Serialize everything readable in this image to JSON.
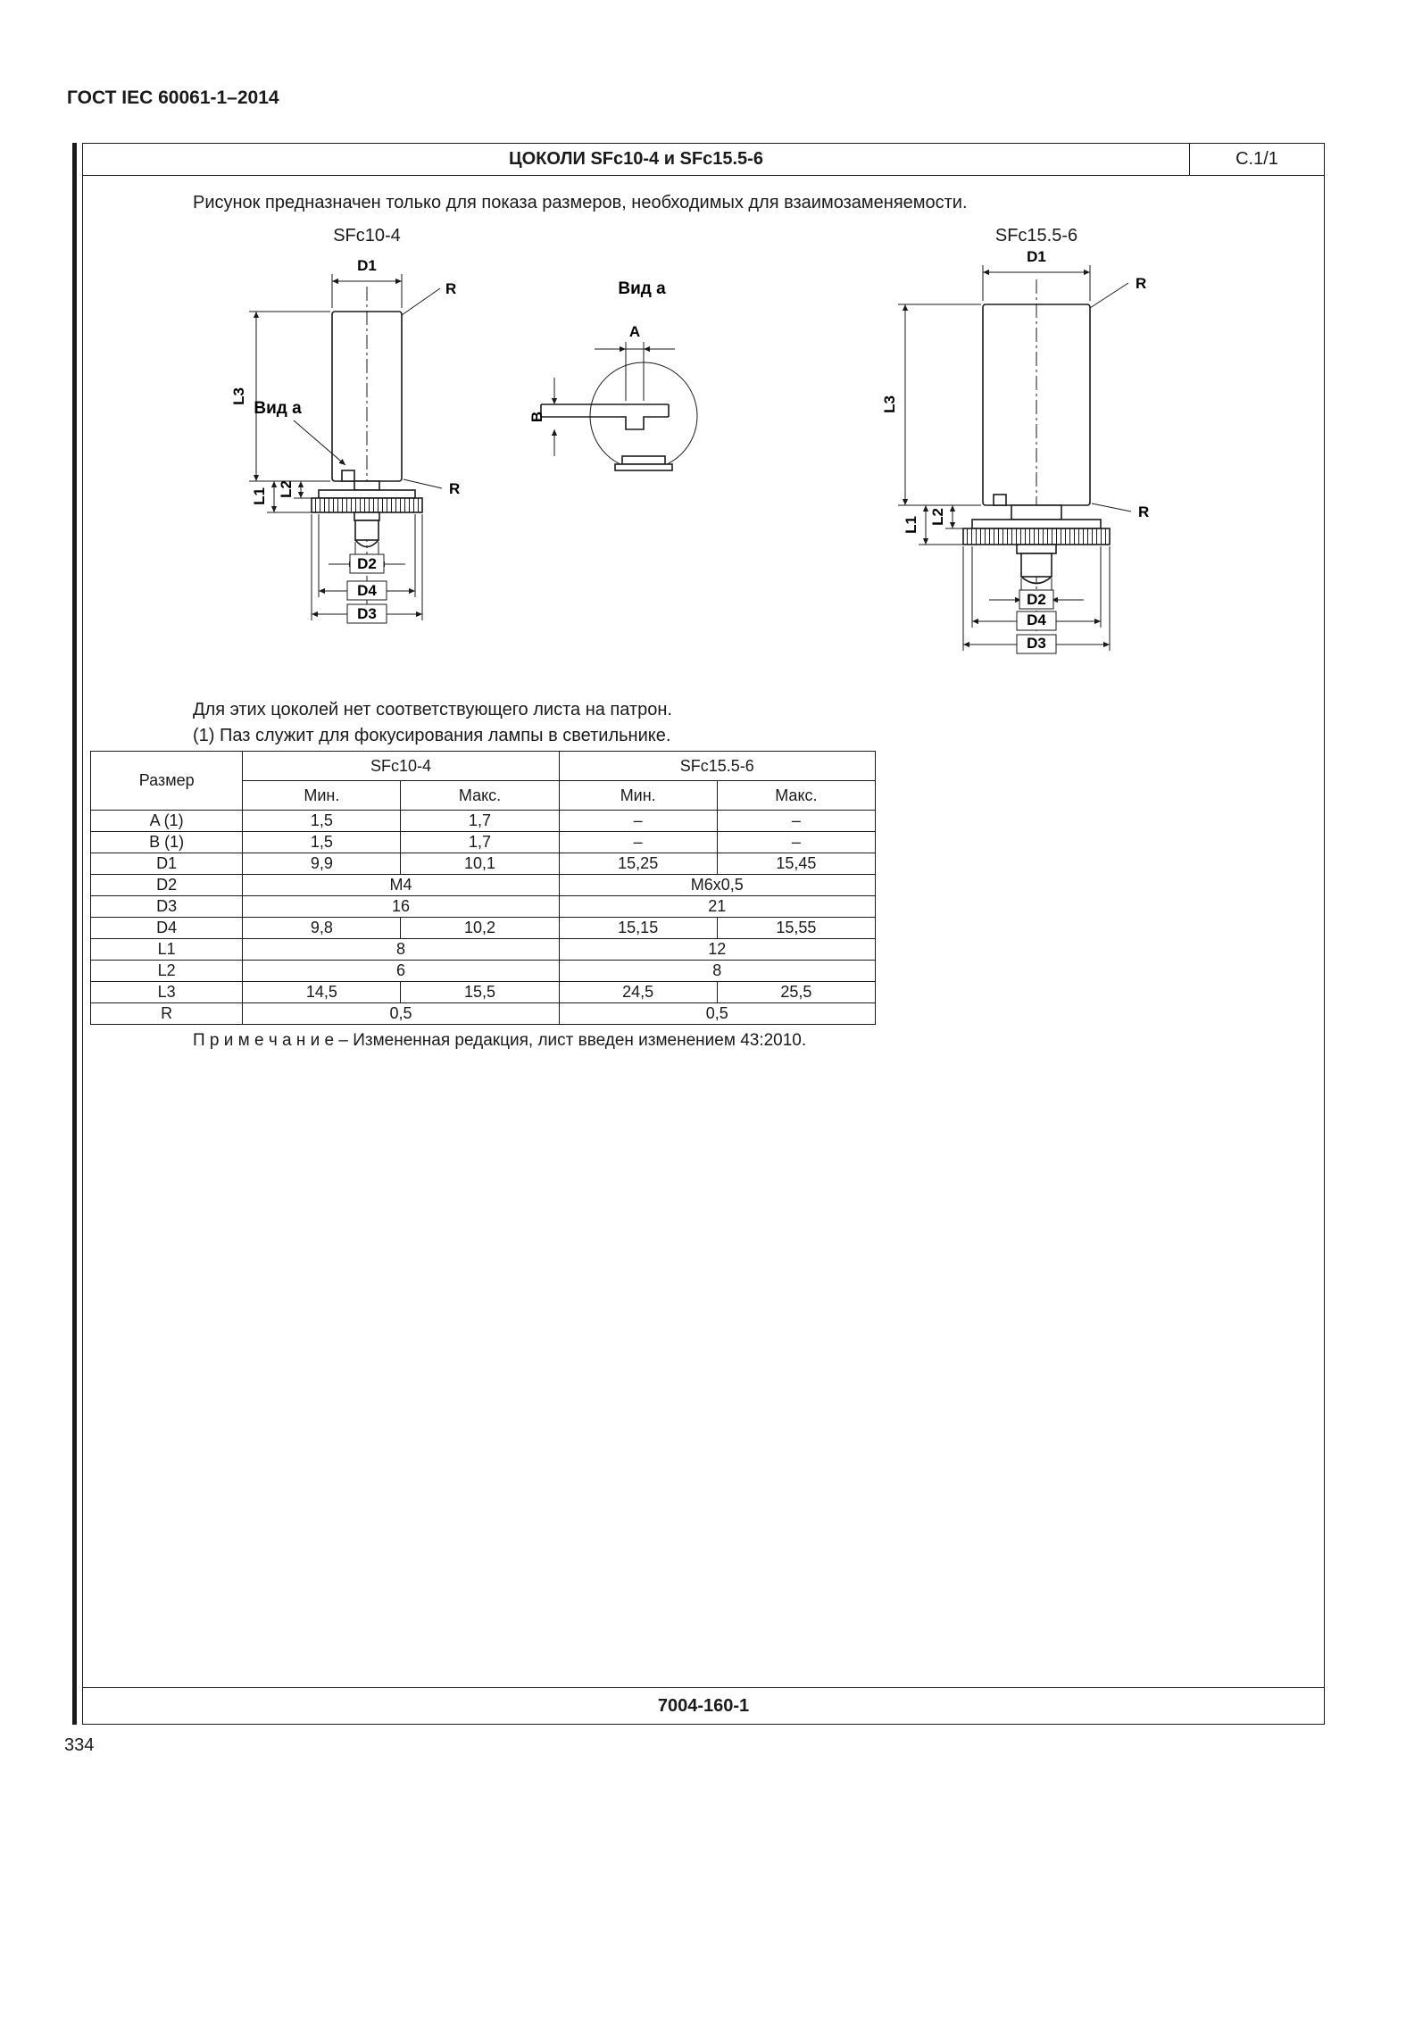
{
  "doc": {
    "header": "ГОСТ IEC 60061-1–2014",
    "page_number": "334"
  },
  "sheet": {
    "title": "ЦОКОЛИ SFc10-4 и SFc15.5-6",
    "sheet_ref": "С.1/1",
    "footer_code": "7004-160-1",
    "intro": "Рисунок предназначен только для показа размеров, необходимых для взаимозаменяемости.",
    "note_line1": "Для этих цоколей нет соответствующего листа на патрон.",
    "note_line2": "(1) Паз служит для фокусирования лампы в светильнике.",
    "footnote": "П р и м е ч а н и е  – Измененная редакция, лист введен изменением 43:2010."
  },
  "figures": {
    "left_title": "SFc10-4",
    "right_title": "SFc15.5-6",
    "labels": {
      "D1": "D1",
      "D2": "D2",
      "D3": "D3",
      "D4": "D4",
      "L1": "L1",
      "L2": "L2",
      "L3": "L3",
      "R": "R",
      "A": "A",
      "B": "B",
      "view_a": "Вид а"
    }
  },
  "table": {
    "corner_header": "Размер",
    "group_headers": [
      "SFc10-4",
      "SFc15.5-6"
    ],
    "sub_headers": [
      "Мин.",
      "Макс.",
      "Мин.",
      "Макс."
    ],
    "rows": [
      {
        "name": "A (1)",
        "cells": [
          "1,5",
          "1,7",
          "–",
          "–"
        ]
      },
      {
        "name": "B (1)",
        "cells": [
          "1,5",
          "1,7",
          "–",
          "–"
        ]
      },
      {
        "name": "D1",
        "cells": [
          "9,9",
          "10,1",
          "15,25",
          "15,45"
        ]
      },
      {
        "name": "D2",
        "cells": [
          "M4",
          "M6x0,5"
        ],
        "span": 2
      },
      {
        "name": "D3",
        "cells": [
          "16",
          "21"
        ],
        "span": 2
      },
      {
        "name": "D4",
        "cells": [
          "9,8",
          "10,2",
          "15,15",
          "15,55"
        ]
      },
      {
        "name": "L1",
        "cells": [
          "8",
          "12"
        ],
        "span": 2
      },
      {
        "name": "L2",
        "cells": [
          "6",
          "8"
        ],
        "span": 2
      },
      {
        "name": "L3",
        "cells": [
          "14,5",
          "15,5",
          "24,5",
          "25,5"
        ]
      },
      {
        "name": "R",
        "cells": [
          "0,5",
          "0,5"
        ],
        "span": 2
      }
    ]
  }
}
